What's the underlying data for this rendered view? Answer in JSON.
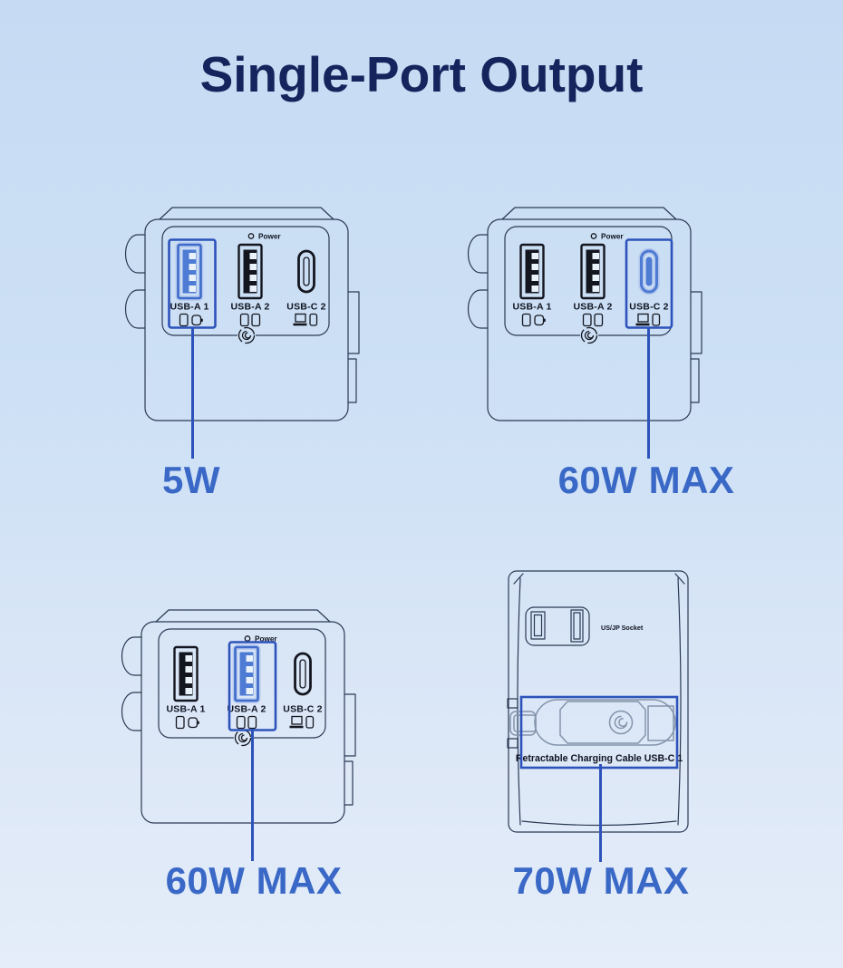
{
  "title": "Single-Port Output",
  "colors": {
    "background_top": "#c6dbf3",
    "background_bottom": "#e4edf9",
    "title_navy": "#15245c",
    "wattage_blue": "#3a68c6",
    "highlight_blue": "#2d53bb",
    "port_fill_blue": "#4e7bd3",
    "line_art_navy": "#2b3a55",
    "cable_gray": "#8494ac"
  },
  "figures": [
    {
      "id": "top-left",
      "highlighted_port": "USB-A 1",
      "wattage": "5W",
      "power_label": "Power",
      "ports": [
        {
          "label": "USB-A 1",
          "highlighted": true,
          "device_icons": [
            "phone",
            "watch"
          ]
        },
        {
          "label": "USB-A 2",
          "highlighted": false,
          "device_icons": [
            "phone",
            "phone"
          ]
        },
        {
          "label": "USB-C 2",
          "highlighted": false,
          "device_icons": [
            "laptop",
            "phone"
          ]
        }
      ]
    },
    {
      "id": "top-right",
      "highlighted_port": "USB-C 2",
      "wattage": "60W MAX",
      "power_label": "Power",
      "ports": [
        {
          "label": "USB-A 1",
          "highlighted": false,
          "device_icons": [
            "phone",
            "watch"
          ]
        },
        {
          "label": "USB-A 2",
          "highlighted": false,
          "device_icons": [
            "phone",
            "phone"
          ]
        },
        {
          "label": "USB-C 2",
          "highlighted": true,
          "device_icons": [
            "laptop",
            "phone"
          ]
        }
      ]
    },
    {
      "id": "bottom-left",
      "highlighted_port": "USB-A 2",
      "wattage": "60W MAX",
      "power_label": "Power",
      "ports": [
        {
          "label": "USB-A 1",
          "highlighted": false,
          "device_icons": [
            "phone",
            "watch"
          ]
        },
        {
          "label": "USB-A 2",
          "highlighted": true,
          "device_icons": [
            "phone",
            "phone"
          ]
        },
        {
          "label": "USB-C 2",
          "highlighted": false,
          "device_icons": [
            "laptop",
            "phone"
          ]
        }
      ]
    },
    {
      "id": "bottom-right",
      "highlighted_port": "USB-C 1",
      "wattage": "70W MAX",
      "socket_label": "US/JP Socket",
      "cable_label": "Retractable Charging Cable USB-C 1"
    }
  ]
}
